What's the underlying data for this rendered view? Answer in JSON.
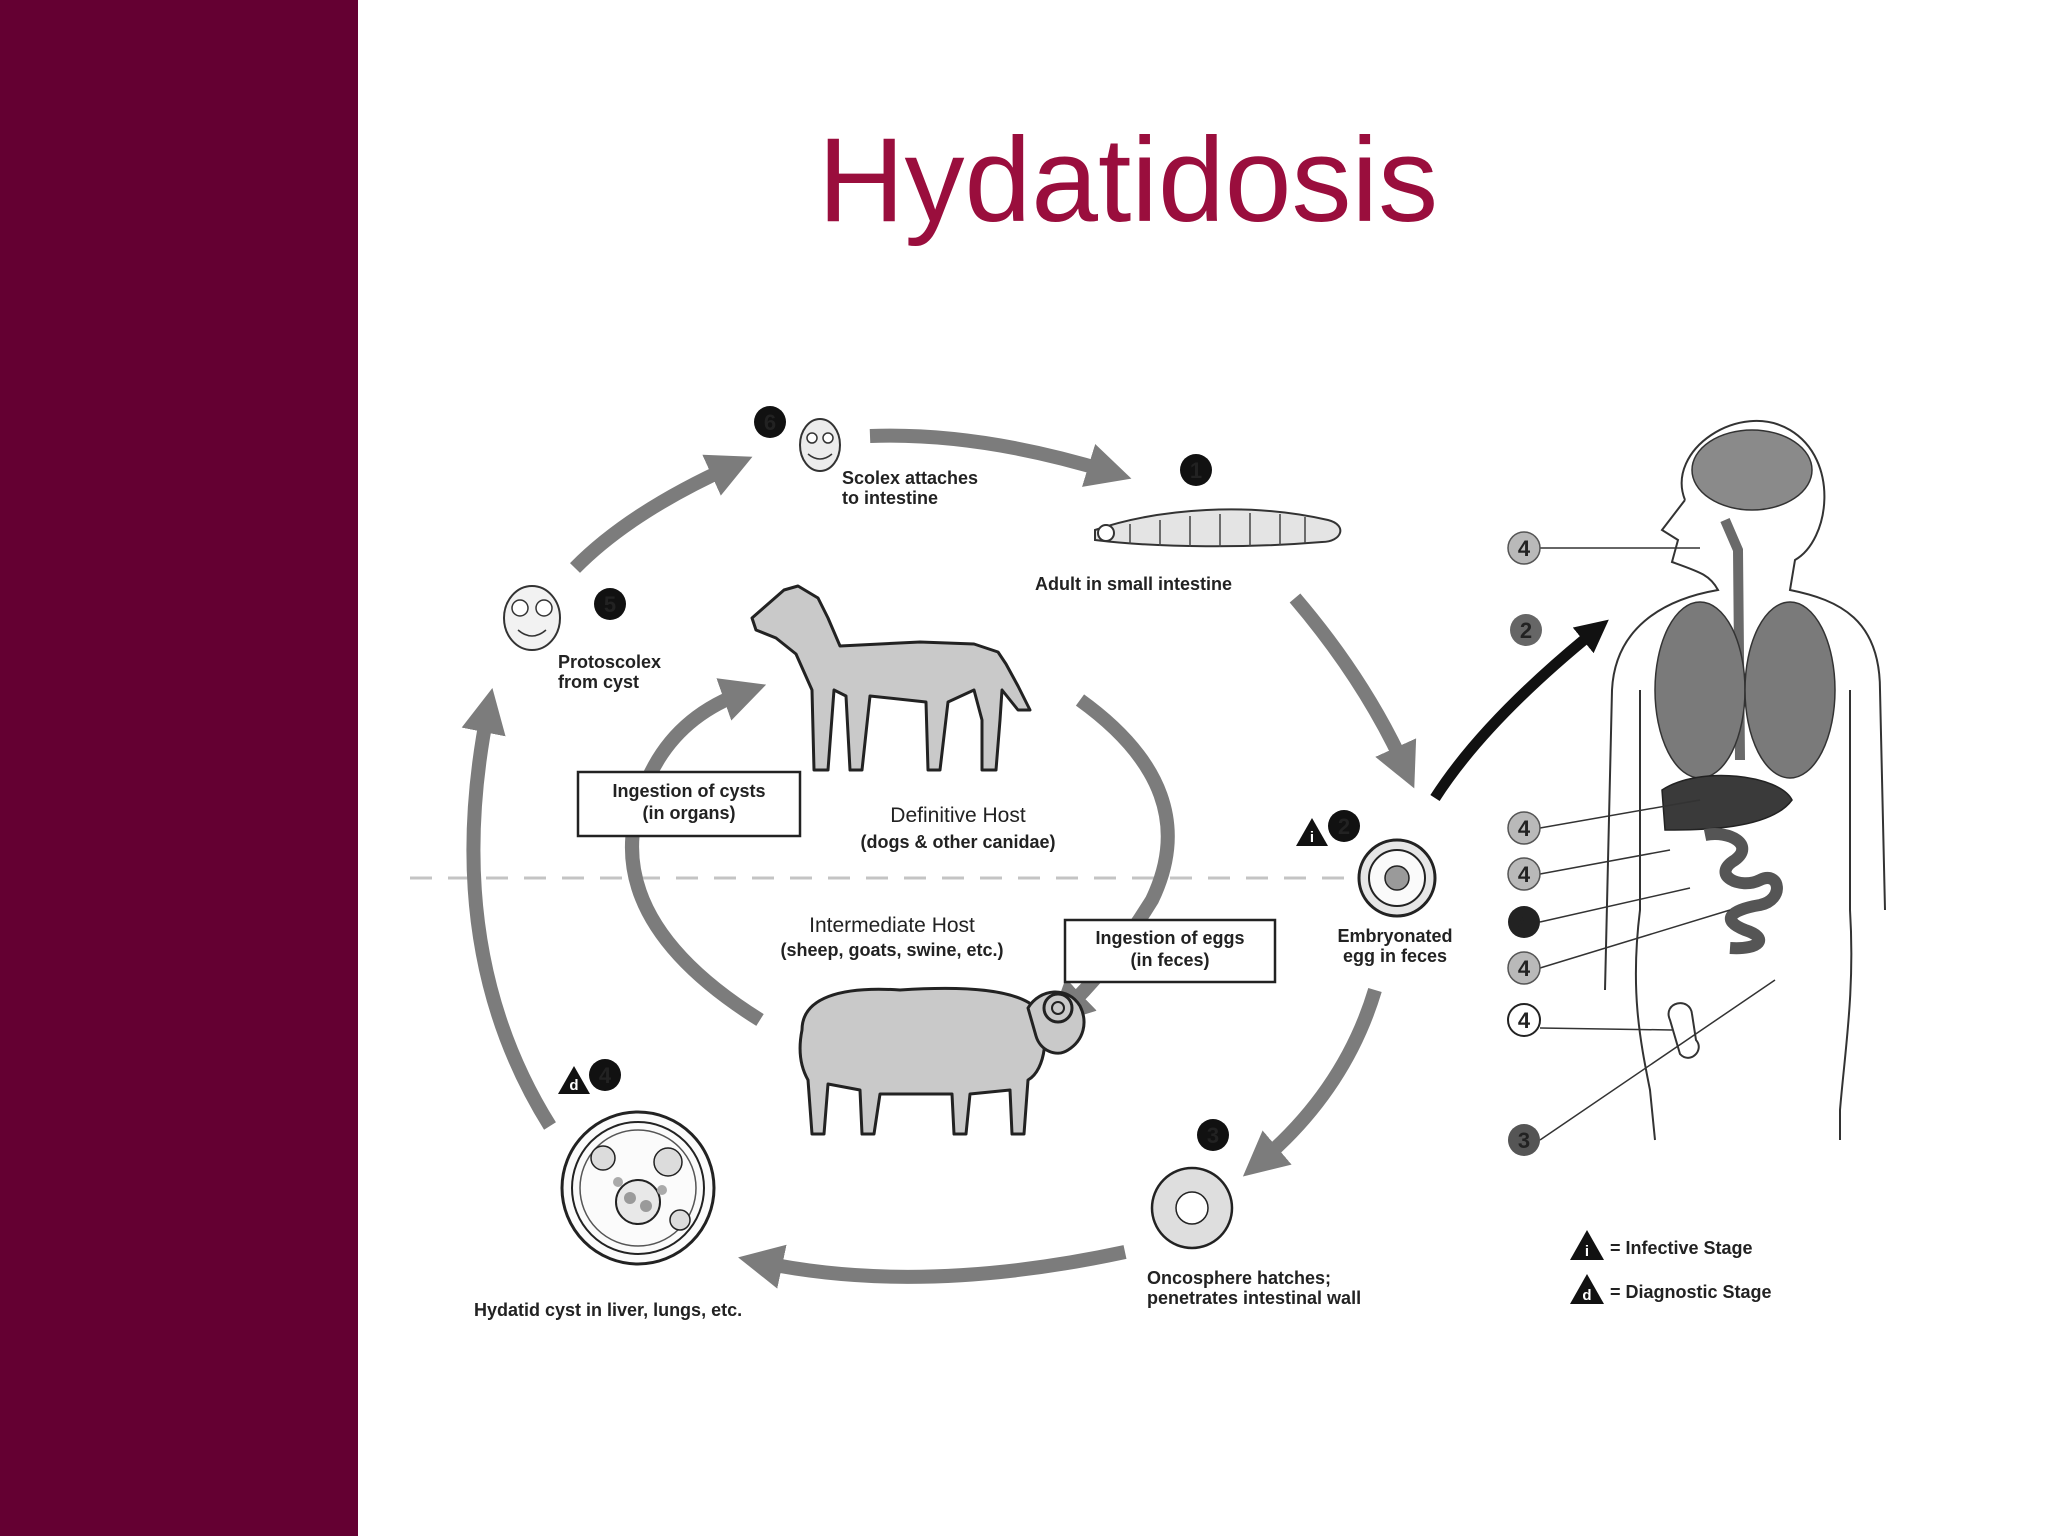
{
  "slide": {
    "title": "Hydatidosis",
    "accent_color": "#9a0e3d",
    "sidebar_color": "#640032"
  },
  "cycle": {
    "step1": {
      "number": "1",
      "label": "Adult in small intestine"
    },
    "step2": {
      "number": "2",
      "label_line1": "Embryonated",
      "label_line2": "egg in feces"
    },
    "step3": {
      "number": "3",
      "label_line1": "Oncosphere hatches;",
      "label_line2": "penetrates intestinal wall"
    },
    "step4": {
      "number": "4",
      "label": "Hydatid cyst in liver, lungs, etc."
    },
    "step5": {
      "number": "5",
      "label_line1": "Protoscolex",
      "label_line2": "from cyst"
    },
    "step6": {
      "number": "6",
      "label_line1": "Scolex attaches",
      "label_line2": "to intestine"
    }
  },
  "hosts": {
    "definitive": {
      "title": "Definitive Host",
      "subtitle": "(dogs & other canidae)"
    },
    "intermediate": {
      "title": "Intermediate Host",
      "subtitle": "(sheep, goats, swine, etc.)"
    }
  },
  "boxes": {
    "cysts": {
      "line1": "Ingestion of cysts",
      "line2": "(in organs)"
    },
    "eggs": {
      "line1": "Ingestion of eggs",
      "line2": "(in feces)"
    }
  },
  "stage_markers": {
    "infective": "i",
    "diagnostic": "d"
  },
  "human": {
    "arrow_number": "2",
    "organ_numbers": [
      "4",
      "4",
      "4",
      "4",
      "4",
      "4"
    ],
    "bottom_number": "3"
  },
  "legend": {
    "infective": "= Infective Stage",
    "diagnostic": "= Diagnostic Stage"
  }
}
